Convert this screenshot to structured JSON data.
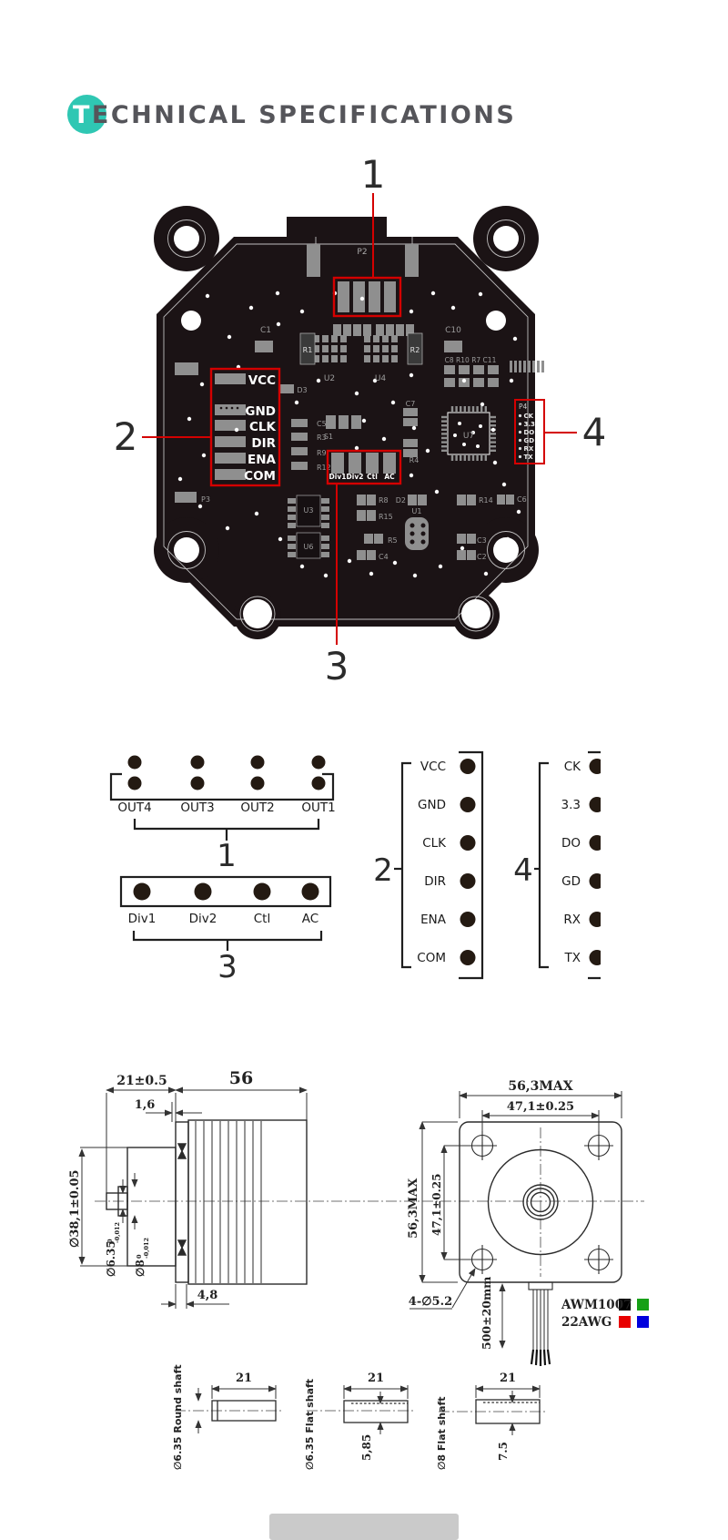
{
  "title": {
    "text": "TECHNICAL SPECIFICATIONS"
  },
  "accent": {
    "teal": "#2fc7b3",
    "red": "#d40000"
  },
  "callouts": {
    "c1": "1",
    "c2": "2",
    "c3": "3",
    "c4": "4"
  },
  "pcb": {
    "silkscreen": [
      "P2",
      "C1",
      "R1",
      "U2",
      "U4",
      "R2",
      "C10",
      "C8 R10 R7 C11",
      "D3",
      "C5",
      "R3",
      "R9",
      "R12",
      "S1",
      "C7",
      "R4",
      "U7",
      "P3",
      "U3",
      "U6",
      "R8",
      "D2",
      "R15",
      "U1",
      "R5",
      "C4",
      "R14",
      "C6",
      "C3",
      "C2"
    ],
    "port_labels": [
      "VCC",
      "GND",
      "CLK",
      "DIR",
      "ENA",
      "COM"
    ],
    "div_labels": [
      "Div1",
      "Div2",
      "Ctl",
      "AC"
    ],
    "p4": {
      "title": "P4",
      "pins": [
        "CK",
        "3.3",
        "DO",
        "GD",
        "RX",
        "TX"
      ]
    }
  },
  "connectors": {
    "out": {
      "labels": [
        "OUT4",
        "OUT3",
        "OUT2",
        "OUT1"
      ]
    },
    "div": {
      "labels": [
        "Div1",
        "Div2",
        "Ctl",
        "AC"
      ]
    },
    "ctrl": {
      "labels": [
        "VCC",
        "GND",
        "CLK",
        "DIR",
        "ENA",
        "COM"
      ]
    },
    "serial": {
      "labels": [
        "CK",
        "3.3",
        "DO",
        "GD",
        "RX",
        "TX"
      ]
    }
  },
  "mech": {
    "side": {
      "dim_21": "21±0.5",
      "dim_16": "1,6",
      "dim_56": "56",
      "dim_48": "4,8",
      "dia_38": "∅38,1±0.05",
      "dia_635": "∅6.35",
      "dia_8": "∅8",
      "tol_top": "0",
      "tol_bot": "-0,012"
    },
    "front": {
      "dim_top1": "56,3MAX",
      "dim_top2": "47,1±0.25",
      "dim_left1": "56,3MAX",
      "dim_left2": "47,1±0.25",
      "bolt": "4-∅5.2",
      "lead": "500±20mm",
      "cable1": "AWM1007",
      "cable2": "22AWG"
    },
    "shafts": {
      "dim": "21",
      "a": "∅6.35  Round shaft",
      "b": "∅6.35  Flat shaft",
      "b_h": "5,85",
      "c": "∅8  Flat shaft",
      "c_h": "7.5"
    }
  },
  "cable_colors": {
    "black": "#000000",
    "green": "#17a017",
    "red": "#e80000",
    "blue": "#0000dd"
  }
}
